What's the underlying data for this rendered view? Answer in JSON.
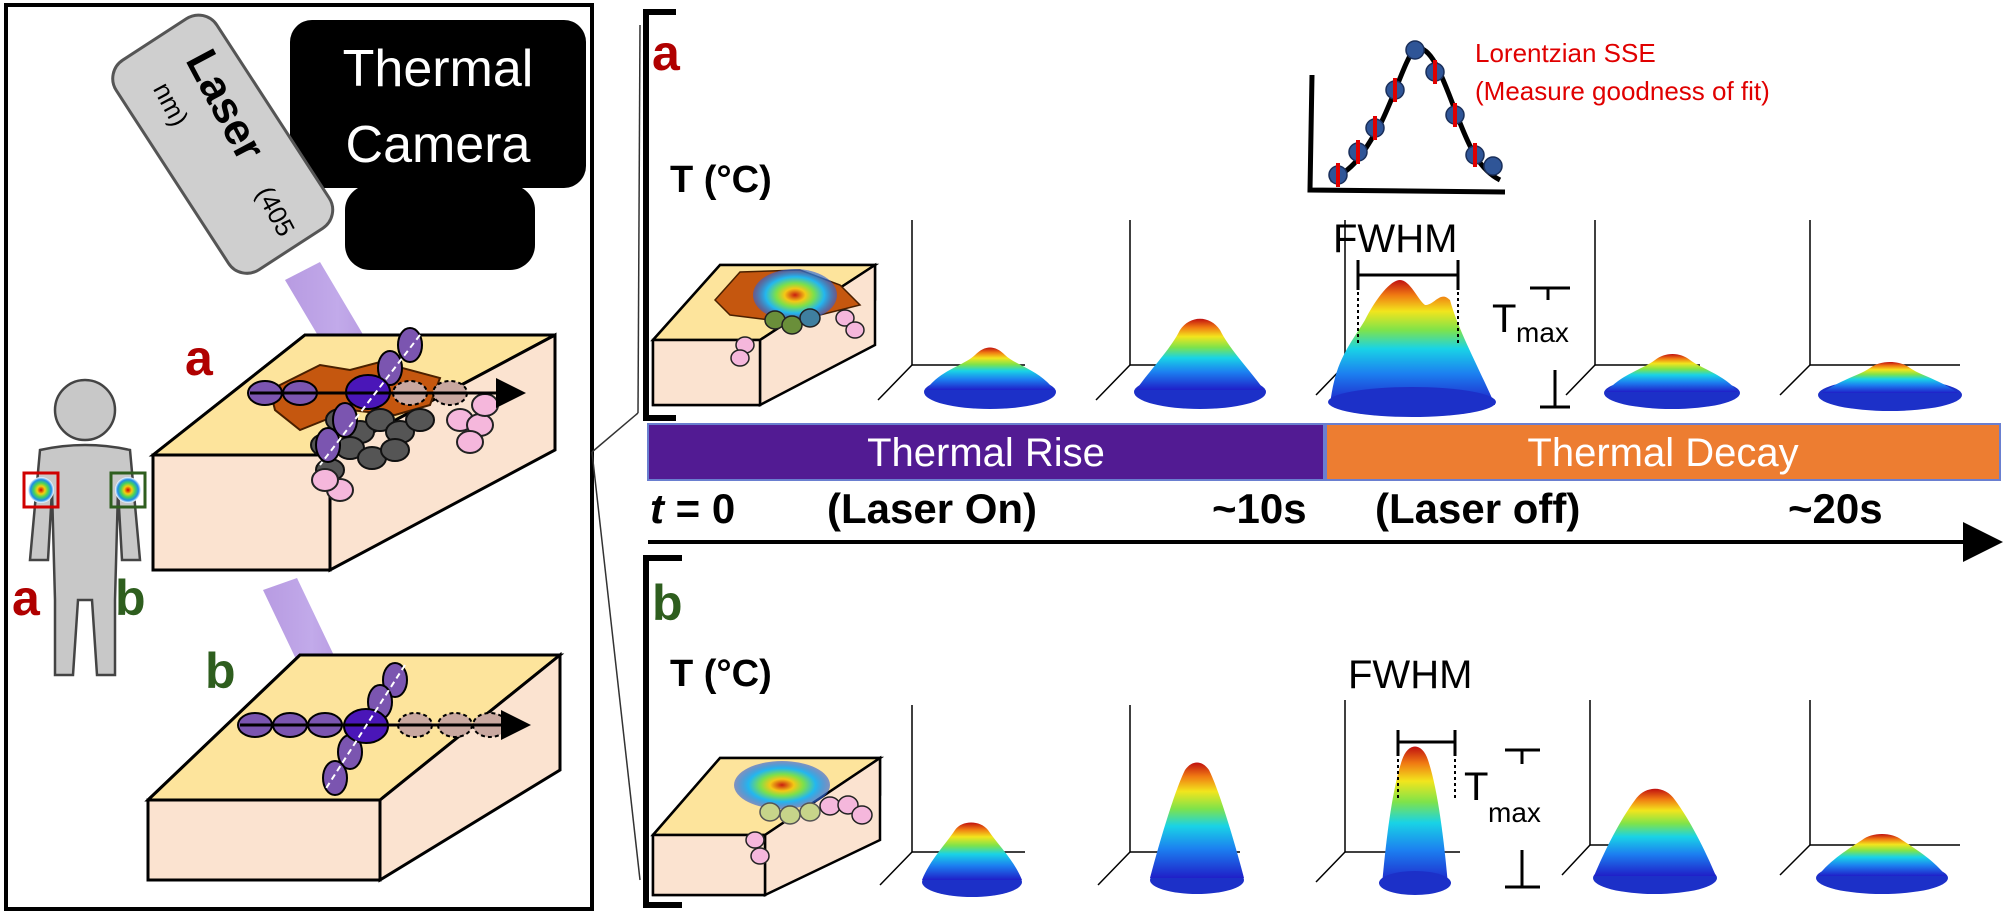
{
  "left_panel": {
    "camera_label_line1": "Thermal",
    "camera_label_line2": "Camera",
    "laser_label": "Laser",
    "laser_wavelength": "(405",
    "laser_wavelength_unit": "nm)",
    "site_a_label": "a",
    "site_b_label": "b",
    "figure_a_label": "a",
    "figure_b_label": "b"
  },
  "panel_a": {
    "label": "a",
    "y_axis_label": "T (°C)",
    "fit_title_line1": "Lorentzian SSE",
    "fit_title_line2": "(Measure goodness of fit)",
    "fwhm_label": "FWHM",
    "tmax_label": "T",
    "tmax_sub": "max"
  },
  "panel_b": {
    "label": "b",
    "y_axis_label": "T (°C)",
    "fwhm_label": "FWHM",
    "tmax_label": "T",
    "tmax_sub": "max"
  },
  "timeline": {
    "rise_label": "Thermal Rise",
    "decay_label": "Thermal Decay",
    "t0_var": "t",
    "t0_rest": " = 0",
    "laser_on": "(Laser On)",
    "t10": "~10s",
    "laser_off": "(Laser off)",
    "t20": "~20s",
    "rise_color": "#521b93",
    "decay_color": "#ed7d31"
  },
  "colors": {
    "site_a": "#b00000",
    "site_b": "#2e5e1e",
    "fit_text": "#e00000",
    "tissue_top": "#fde49c",
    "tissue_side": "#fbe3d0",
    "laser_beam": "#a98ad6"
  }
}
